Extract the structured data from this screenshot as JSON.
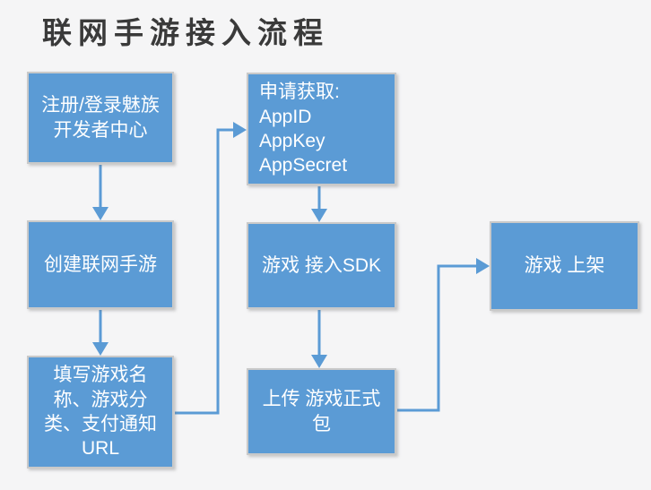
{
  "title": "联网手游接入流程",
  "colors": {
    "background": "#f5f5f6",
    "node_fill": "#5b9bd5",
    "node_border": "#c9c9c9",
    "node_text": "#ffffff",
    "arrow": "#5b9bd5",
    "title_text": "#3a3a3a"
  },
  "nodes": [
    {
      "id": "register",
      "label": "注册/登录魅族\n开发者中心"
    },
    {
      "id": "create-game",
      "label": "创建联网手游"
    },
    {
      "id": "fill-info",
      "label": "填写游戏名\n称、游戏分\n类、支付通知\nURL"
    },
    {
      "id": "apply-keys",
      "label": "申请获取:\nAppID\nAppKey\nAppSecret"
    },
    {
      "id": "sdk",
      "label": "游戏 接入SDK"
    },
    {
      "id": "upload-package",
      "label": "上传 游戏正式\n包"
    },
    {
      "id": "launch",
      "label": "游戏 上架"
    }
  ],
  "edges": [
    {
      "from": "register",
      "to": "create-game"
    },
    {
      "from": "create-game",
      "to": "fill-info"
    },
    {
      "from": "fill-info",
      "to": "apply-keys"
    },
    {
      "from": "apply-keys",
      "to": "sdk"
    },
    {
      "from": "sdk",
      "to": "upload-package"
    },
    {
      "from": "upload-package",
      "to": "launch"
    }
  ]
}
